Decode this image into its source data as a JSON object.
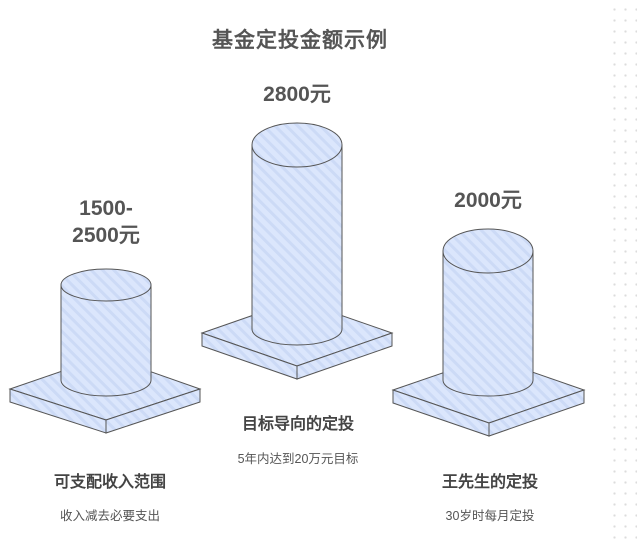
{
  "title": "基金定投金额示例",
  "colors": {
    "fill": "#dbe6fc",
    "stripe": "#c9d8f5",
    "stroke": "#555555",
    "text": "#555555"
  },
  "items": [
    {
      "value_line1": "1500-",
      "value_line2": "2500元",
      "label": "可支配收入范围",
      "sub": "收入减去必要支出"
    },
    {
      "value_line1": "2800元",
      "label": "目标导向的定投",
      "sub": "5年内达到20万元目标"
    },
    {
      "value_line1": "2000元",
      "label": "王先生的定投",
      "sub": "30岁时每月定投"
    }
  ]
}
